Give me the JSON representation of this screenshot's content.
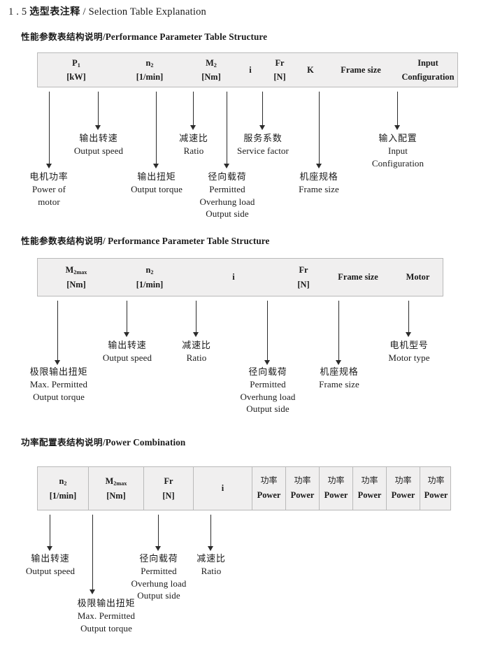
{
  "document": {
    "title_number": "1 . 5",
    "title_cn": "选型表注释",
    "title_sep": "/",
    "title_en": "Selection Table Explanation"
  },
  "sections": [
    {
      "heading_cn": "性能参数表结构说明",
      "heading_sep": "/",
      "heading_en": "Performance Parameter Table Structure",
      "table": {
        "columns": [
          {
            "line1": "P",
            "sub1": "1",
            "line2": "[kW]"
          },
          {
            "line1": "n",
            "sub1": "2",
            "line2": "[1/min]"
          },
          {
            "line1": "M",
            "sub1": "2",
            "line2": "[Nm]"
          },
          {
            "line1": "i",
            "sub1": "",
            "line2": ""
          },
          {
            "line1": "Fr",
            "sub1": "",
            "line2": "[N]"
          },
          {
            "line1": "K",
            "sub1": "",
            "line2": ""
          },
          {
            "line1": "Frame size",
            "sub1": "",
            "line2": ""
          },
          {
            "line1": "Input",
            "sub1": "",
            "line2": "Configuration"
          }
        ]
      },
      "annotations": [
        {
          "cn": "电机功率",
          "en": [
            "Power of",
            "motor"
          ]
        },
        {
          "cn": "输出转速",
          "en": [
            "Output speed"
          ]
        },
        {
          "cn": "输出扭矩",
          "en": [
            "Output torque"
          ]
        },
        {
          "cn": "减速比",
          "en": [
            "Ratio"
          ]
        },
        {
          "cn": "径向载荷",
          "en": [
            "Permitted",
            "Overhung load",
            "Output side"
          ]
        },
        {
          "cn": "服务系数",
          "en": [
            "Service factor"
          ]
        },
        {
          "cn": "机座规格",
          "en": [
            "Frame size"
          ]
        },
        {
          "cn": "输入配置",
          "en": [
            "Input",
            "Configuration"
          ]
        }
      ]
    },
    {
      "heading_cn": "性能参数表结构说明",
      "heading_sep": "/",
      "heading_en": "Performance Parameter Table Structure",
      "table": {
        "columns": [
          {
            "line1": "M",
            "sub1": "2max",
            "line2": "[Nm]"
          },
          {
            "line1": "n",
            "sub1": "2",
            "line2": "[1/min]"
          },
          {
            "line1": "i",
            "sub1": "",
            "line2": ""
          },
          {
            "line1": "Fr",
            "sub1": "",
            "line2": "[N]"
          },
          {
            "line1": "Frame size",
            "sub1": "",
            "line2": ""
          },
          {
            "line1": "Motor",
            "sub1": "",
            "line2": ""
          }
        ]
      },
      "annotations": [
        {
          "cn": "极限输出扭矩",
          "en": [
            "Max. Permitted",
            "Output  torque"
          ]
        },
        {
          "cn": "输出转速",
          "en": [
            "Output speed"
          ]
        },
        {
          "cn": "减速比",
          "en": [
            "Ratio"
          ]
        },
        {
          "cn": "径向载荷",
          "en": [
            "Permitted",
            "Overhung load",
            "Output side"
          ]
        },
        {
          "cn": "机座规格",
          "en": [
            "Frame size"
          ]
        },
        {
          "cn": "电机型号",
          "en": [
            "Motor type"
          ]
        }
      ]
    },
    {
      "heading_cn": "功率配置表结构说明",
      "heading_sep": "/",
      "heading_en": "Power Combination",
      "table": {
        "columns": [
          {
            "line1": "n",
            "sub1": "2",
            "line2": "[1/min]"
          },
          {
            "line1": "M",
            "sub1": "2max",
            "line2": "[Nm]"
          },
          {
            "line1": "Fr",
            "sub1": "",
            "line2": "[N]"
          },
          {
            "line1": "i",
            "sub1": "",
            "line2": ""
          },
          {
            "line1_cn": "功率",
            "line2": "Power"
          },
          {
            "line1_cn": "功率",
            "line2": "Power"
          },
          {
            "line1_cn": "功率",
            "line2": "Power"
          },
          {
            "line1_cn": "功率",
            "line2": "Power"
          },
          {
            "line1_cn": "功率",
            "line2": "Power"
          },
          {
            "line1_cn": "功率",
            "line2": "Power"
          }
        ]
      },
      "annotations": [
        {
          "cn": "输出转速",
          "en": [
            "Output speed"
          ]
        },
        {
          "cn": "极限输出扭矩",
          "en": [
            "Max. Permitted",
            "Output  torque"
          ]
        },
        {
          "cn": "径向载荷",
          "en": [
            "Permitted",
            "Overhung load",
            "Output side"
          ]
        },
        {
          "cn": "减速比",
          "en": [
            "Ratio"
          ]
        }
      ]
    }
  ]
}
